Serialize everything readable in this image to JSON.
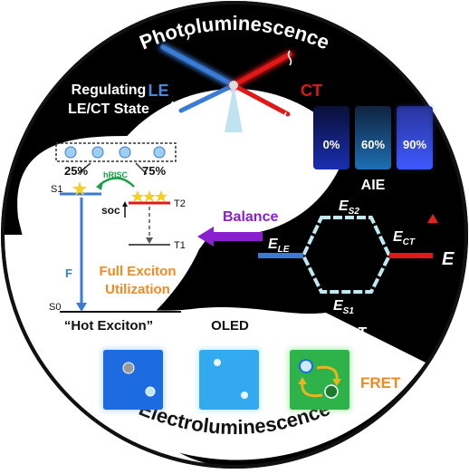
{
  "arc_top": "Photoluminescence",
  "arc_bottom": "Electroluminescence",
  "regulating": {
    "line1": "Regulating",
    "line2": "LE/CT State"
  },
  "le_label": "LE",
  "ct_label": "CT",
  "aie": {
    "label": "AIE",
    "vials": [
      {
        "text": "0%",
        "color": "#1a2fb0"
      },
      {
        "text": "60%",
        "color": "#1d6fb4"
      },
      {
        "text": "90%",
        "color": "#2b46e6"
      }
    ]
  },
  "balance": "Balance",
  "hlct": {
    "label": "HLCT",
    "e_s2": "E",
    "e_s2_sub": "S2",
    "e_le": "E",
    "e_le_sub": "LE",
    "e_ct": "E",
    "e_ct_sub": "CT",
    "e_s1": "E",
    "e_s1_sub": "S1",
    "energy_axis": "E"
  },
  "hot_exciton": {
    "pct_left": "25%",
    "pct_right": "75%",
    "hrisc": "hRISC",
    "soc": "soc",
    "s1": "S1",
    "t2": "T2",
    "t1": "T1",
    "s0": "S0",
    "f": "F",
    "utilization_line1": "Full Exciton",
    "utilization_line2": "Utilization",
    "caption": "“Hot Exciton”"
  },
  "oled_label": "OLED",
  "fret_label": "FRET",
  "colors": {
    "le_blue": "#3a7bd5",
    "ct_red": "#e01818",
    "balance_purple": "#8a1fd0",
    "orange": "#f08a24",
    "hrisc_green": "#1aa04a"
  }
}
